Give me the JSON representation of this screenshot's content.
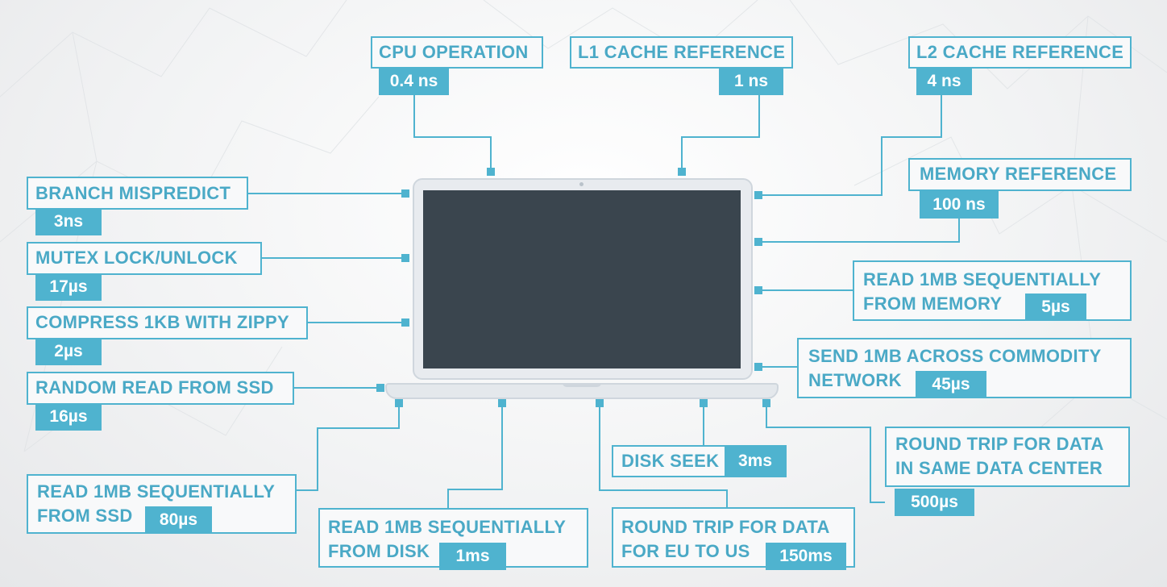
{
  "diagram": {
    "accent_color": "#4fb3cf",
    "screen_color": "#3a454e",
    "labels": {
      "cpu_operation": {
        "label": "CPU OPERATION",
        "value": "0.4 ns"
      },
      "l1_cache": {
        "label": "L1 CACHE REFERENCE",
        "value": "1 ns"
      },
      "l2_cache": {
        "label": "L2 CACHE REFERENCE",
        "value": "4 ns"
      },
      "memory_reference": {
        "label": "MEMORY REFERENCE",
        "value": "100 ns"
      },
      "branch_mispredict": {
        "label": "BRANCH MISPREDICT",
        "value": "3ns"
      },
      "mutex_lock": {
        "label": "MUTEX LOCK/UNLOCK",
        "value": "17µs"
      },
      "compress_zippy": {
        "label": "COMPRESS 1KB WITH ZIPPY",
        "value": "2µs"
      },
      "random_read_ssd": {
        "label": "RANDOM READ FROM SSD",
        "value": "16µs"
      },
      "read_mem_seq": {
        "line1": "READ 1MB SEQUENTIALLY",
        "line2": "FROM MEMORY",
        "value": "5µs"
      },
      "send_network": {
        "line1": "SEND 1MB ACROSS COMMODITY",
        "line2": "NETWORK",
        "value": "45µs"
      },
      "round_trip_dc": {
        "line1": "ROUND TRIP FOR DATA",
        "line2": "IN SAME DATA CENTER",
        "value": "500µs"
      },
      "disk_seek": {
        "label": "DISK SEEK",
        "value": "3ms"
      },
      "read_ssd_seq": {
        "line1": "READ 1MB SEQUENTIALLY",
        "line2": "FROM SSD",
        "value": "80µs"
      },
      "read_disk_seq": {
        "line1": "READ 1MB SEQUENTIALLY",
        "line2": "FROM DISK",
        "value": "1ms"
      },
      "round_trip_eu_us": {
        "line1": "ROUND TRIP FOR DATA",
        "line2": "FOR EU TO US",
        "value": "150ms"
      }
    }
  }
}
